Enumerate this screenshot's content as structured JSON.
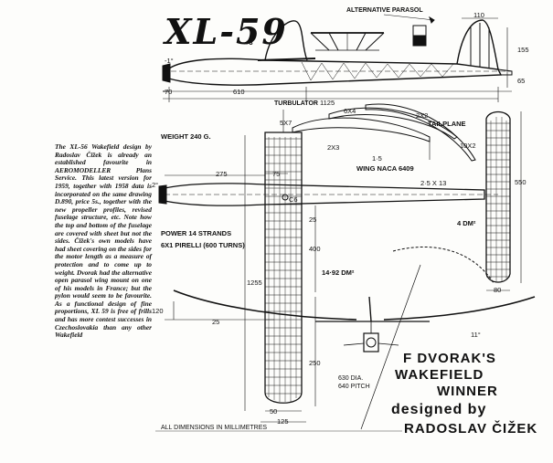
{
  "title": "XL-59",
  "description": "The XL-56 Wakefield design by Radoslav Čižek is already an established favourite in AEROMODELLER Plans Service. This latest version for 1959, together with 1958 data is incorporated on the same drawing D.890, price 5s., together with the new propeller profiles, revised fuselage structure, etc. Note how the top and bottom of the fuselage are covered with sheet but not the sides. Čižek's own models have had sheet covering on the sides for the motor length as a measure of protection and to come up to weight. Dvorak had the alternative open parasol wing mount on one of his models in France; but the pylon would seem to be favourite. As a functional design of fine proportions, XL 59 is free of frills and has more contest successes in Czechoslovakia than any other Wakefield",
  "labels": {
    "alternative_parasol": "ALTERNATIVE PARASOL",
    "turbulator": "TURBULATOR",
    "tailplane": "TAILPLANE",
    "wing_naca": "WING NACA 6409",
    "weight": "WEIGHT 240 G.",
    "power": "POWER  14 STRANDS",
    "power2": "6X1 PIRELLI (600 TURNS)",
    "area_wing": "14·92 DM²",
    "area_tail": "4 DM²",
    "prop": "630 DIA. 640 PITCH",
    "all_dims": "ALL DIMENSIONS IN MILLIMETRES",
    "plus3": "+3",
    "minus1": "-1°",
    "two_deg": "2°",
    "eleven_deg": "11°",
    "c6": "C6"
  },
  "dimensions": {
    "d110": "110",
    "d155": "155",
    "d65": "65",
    "d70": "70",
    "d610": "610",
    "d1125": "1125",
    "s5x7": "5X7",
    "s6x4": "6X4",
    "s2x2": "2X2",
    "s10x2": "10X2",
    "s2x3": "2X3",
    "s1_5": "1·5",
    "s2_5x13": "2·5 X 13",
    "d275": "275",
    "d75": "75",
    "d550": "550",
    "d25a": "25",
    "d400": "400",
    "d1255": "1255",
    "d120": "120",
    "d25b": "25",
    "d80": "80",
    "d250": "250",
    "d50": "50",
    "d125": "125"
  },
  "credits": {
    "line1": "F DVORAK'S",
    "line2": "WAKEFIELD",
    "line3": "WINNER",
    "line4": "designed  by",
    "line5": "RADOSLAV ČIŽEK"
  },
  "colors": {
    "ink": "#111111",
    "paper": "#fdfdfb"
  }
}
